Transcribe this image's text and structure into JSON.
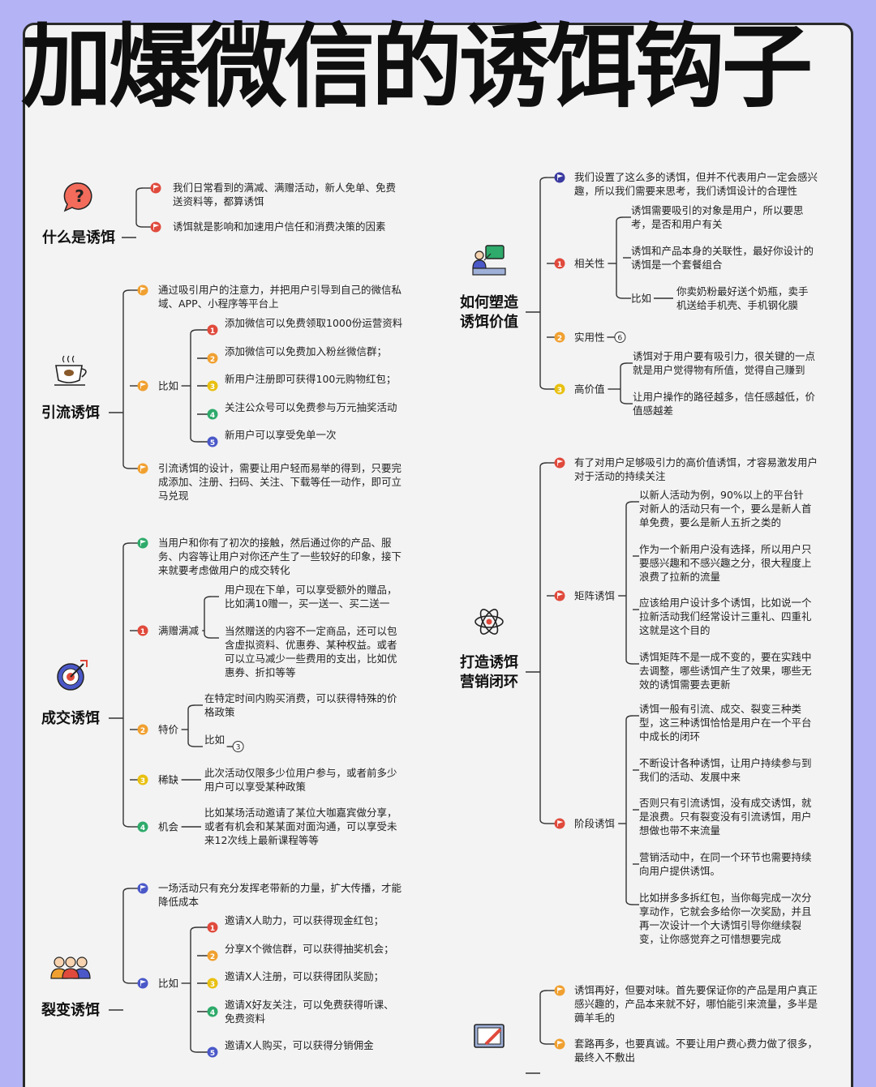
{
  "title": "加爆微信的诱饵钩子",
  "colors": {
    "background": "#b3b3f5",
    "card": "#f3f3f3",
    "line": "#333333",
    "red": "#e04a3c",
    "orange": "#f0a030",
    "yellow": "#e8c010",
    "green": "#2eaa6a",
    "blue": "#4a58c8",
    "indigo": "#3a3aa0"
  },
  "sections": [
    {
      "id": "what",
      "title": "什么是诱饵",
      "icon": "question-bubble-icon",
      "nodes": [
        {
          "text": [
            "我们日常看到的满减、满赠活动，新人免单、免费",
            "送资料等，都算诱饵"
          ],
          "marker": "red-flag"
        },
        {
          "text": [
            "诱饵就是影响和加速用户信任和消费决策的因素"
          ],
          "marker": "red-flag"
        }
      ]
    },
    {
      "id": "traffic",
      "title": "引流诱饵",
      "icon": "coffee-cup-icon",
      "nodes": [
        {
          "text": [
            "通过吸引用户的注意力，并把用户引导到自己的微信私",
            "域、APP、小程序等平台上"
          ],
          "marker": "orange-flag"
        },
        {
          "label": "比如",
          "marker": "orange-flag",
          "children": [
            {
              "text": [
                "添加微信可以免费领取1000份运营资料"
              ],
              "marker": "num-1"
            },
            {
              "text": [
                "添加微信可以免费加入粉丝微信群；"
              ],
              "marker": "num-2"
            },
            {
              "text": [
                "新用户注册即可获得100元购物红包；"
              ],
              "marker": "num-3"
            },
            {
              "text": [
                "关注公众号可以免费参与万元抽奖活动"
              ],
              "marker": "num-4"
            },
            {
              "text": [
                "新用户可以享受免单一次"
              ],
              "marker": "num-5"
            }
          ]
        },
        {
          "text": [
            "引流诱饵的设计，需要让用户轻而易举的得到，只要完",
            "成添加、注册、扫码、关注、下载等任一动作，即可立",
            "马兑现"
          ],
          "marker": "orange-flag"
        }
      ]
    },
    {
      "id": "deal",
      "title": "成交诱饵",
      "icon": "target-icon",
      "nodes": [
        {
          "text": [
            "当用户和你有了初次的接触，然后通过你的产品、服",
            "务、内容等让用户对你还产生了一些较好的印象，接下",
            "来就要考虑做用户的成交转化"
          ],
          "marker": "green-flag"
        },
        {
          "label": "满赠满减",
          "marker": "num-1",
          "children": [
            {
              "text": [
                "用户现在下单，可以享受额外的赠品，",
                "比如满10赠一，买一送一、买二送一"
              ]
            },
            {
              "text": [
                "当然赠送的内容不一定商品，还可以包",
                "含虚拟资料、优惠券、某种权益。或者",
                "可以立马减少一些费用的支出，比如优",
                "惠券、折扣等等"
              ]
            }
          ]
        },
        {
          "label": "特价",
          "marker": "num-2",
          "children": [
            {
              "text": [
                "在特定时间内购买消费，可以获得特殊的价",
                "格政策"
              ]
            },
            {
              "text": [
                "比如"
              ],
              "badge": "3"
            }
          ]
        },
        {
          "label": "稀缺",
          "marker": "num-3",
          "children": [
            {
              "text": [
                "此次活动仅限多少位用户参与，或者前多少",
                "用户可以享受某种政策"
              ]
            }
          ]
        },
        {
          "label": "机会",
          "marker": "num-4",
          "children": [
            {
              "text": [
                "比如某场活动邀请了某位大咖嘉宾做分享，",
                "或者有机会和某某面对面沟通，可以享受未",
                "来12次线上最新课程等等"
              ]
            }
          ]
        }
      ]
    },
    {
      "id": "fission",
      "title": "裂变诱饵",
      "icon": "people-group-icon",
      "nodes": [
        {
          "text": [
            "一场活动只有充分发挥老带新的力量，扩大传播，才能",
            "降低成本"
          ],
          "marker": "blue-flag"
        },
        {
          "label": "比如",
          "marker": "blue-flag",
          "children": [
            {
              "text": [
                "邀请X人助力，可以获得现金红包；"
              ],
              "marker": "num-1"
            },
            {
              "text": [
                "分享X个微信群，可以获得抽奖机会；"
              ],
              "marker": "num-2"
            },
            {
              "text": [
                "邀请X人注册，可以获得团队奖励；"
              ],
              "marker": "num-3"
            },
            {
              "text": [
                "邀请X好友关注，可以免费获得听课、",
                "免费资料"
              ],
              "marker": "num-4"
            },
            {
              "text": [
                "邀请X人购买，可以获得分销佣金"
              ],
              "marker": "num-5"
            }
          ]
        }
      ]
    },
    {
      "id": "value",
      "title": [
        "如何塑造",
        "诱饵价值"
      ],
      "icon": "presenter-board-icon",
      "nodes": [
        {
          "text": [
            "我们设置了这么多的诱饵，但并不代表用户一定会感兴",
            "趣，所以我们需要来思考，我们诱饵设计的合理性"
          ],
          "marker": "indigo-flag"
        },
        {
          "label": "相关性",
          "marker": "num-1",
          "children": [
            {
              "text": [
                "诱饵需要吸引的对象是用户，所以要思",
                "考，是否和用户有关"
              ]
            },
            {
              "text": [
                "诱饵和产品本身的关联性，最好你设计的",
                "诱饵是一个套餐组合"
              ]
            },
            {
              "label": "比如",
              "text": [
                "你卖奶粉最好送个奶瓶，卖手",
                "机送给手机壳、手机钢化膜"
              ]
            }
          ]
        },
        {
          "label": "实用性",
          "marker": "num-2",
          "badge": "6"
        },
        {
          "label": "高价值",
          "marker": "num-3",
          "children": [
            {
              "text": [
                "诱饵对于用户要有吸引力，很关键的一点",
                "就是用户觉得物有所值，觉得自己赚到"
              ]
            },
            {
              "text": [
                "让用户操作的路径越多，信任感越低，价",
                "值感越差"
              ]
            }
          ]
        }
      ]
    },
    {
      "id": "loop",
      "title": [
        "打造诱饵",
        "营销闭环"
      ],
      "icon": "atom-icon",
      "nodes": [
        {
          "text": [
            "有了对用户足够吸引力的高价值诱饵，才容易激发用户",
            "对于活动的持续关注"
          ],
          "marker": "red-flag"
        },
        {
          "label": "矩阵诱饵",
          "marker": "red-flag",
          "children": [
            {
              "text": [
                "以新人活动为例，90%以上的平台针",
                "对新人的活动只有一个，要么是新人首",
                "单免费，要么是新人五折之类的"
              ]
            },
            {
              "text": [
                "作为一个新用户没有选择，所以用户只",
                "要感兴趣和不感兴趣之分，很大程度上",
                "浪费了拉新的流量"
              ]
            },
            {
              "text": [
                "应该给用户设计多个诱饵，比如说一个",
                "拉新活动我们经常设计三重礼、四重礼",
                "这就是这个目的"
              ]
            },
            {
              "text": [
                "诱饵矩阵不是一成不变的，要在实践中",
                "去调整，哪些诱饵产生了效果，哪些无",
                "效的诱饵需要去更新"
              ]
            }
          ]
        },
        {
          "label": "阶段诱饵",
          "marker": "red-flag",
          "children": [
            {
              "text": [
                "诱饵一般有引流、成交、裂变三种类",
                "型，这三种诱饵恰恰是用户在一个平台",
                "中成长的闭环"
              ]
            },
            {
              "text": [
                "不断设计各种诱饵，让用户持续参与到",
                "我们的活动、发展中来"
              ]
            },
            {
              "text": [
                "否则只有引流诱饵，没有成交诱饵，就",
                "是浪费。只有裂变没有引流诱饵，用户",
                "想做也带不来流量"
              ]
            },
            {
              "text": [
                "营销活动中，在同一个环节也需要持续",
                "向用户提供诱饵。"
              ]
            },
            {
              "text": [
                "比如拼多多拆红包，当你每完成一次分",
                "享动作，它就会多给你一次奖励，并且",
                "再一次设计一个大诱饵引导你继续裂",
                "变，让你感觉弃之可惜想要完成"
              ]
            }
          ]
        }
      ]
    },
    {
      "id": "sincere",
      "title": "",
      "icon": "book-pencil-icon",
      "nodes": [
        {
          "text": [
            "诱饵再好，但要对味。首先要保证你的产品是用户真正",
            "感兴趣的，产品本来就不好，哪怕能引来流量，多半是",
            "薅羊毛的"
          ],
          "marker": "orange-flag"
        },
        {
          "text": [
            "套路再多，也要真诚。不要让用户费心费力做了很多，",
            "最终入不敷出"
          ],
          "marker": "orange-flag"
        }
      ]
    }
  ]
}
